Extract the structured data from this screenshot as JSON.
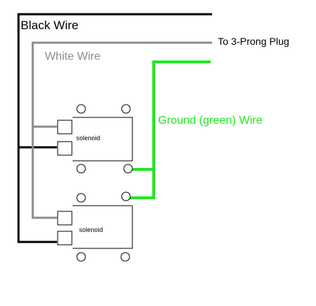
{
  "labels": {
    "black_wire": "Black Wire",
    "white_wire": "White Wire",
    "plug": "To 3-Prong Plug",
    "ground_wire": "Ground (green) Wire"
  },
  "solenoids": [
    {
      "label": "solenoid"
    },
    {
      "label": "solenoid"
    }
  ],
  "colors": {
    "black_wire": "#000000",
    "white_wire": "#8c8c8c",
    "ground_wire": "#22e622",
    "outline": "#000000"
  }
}
